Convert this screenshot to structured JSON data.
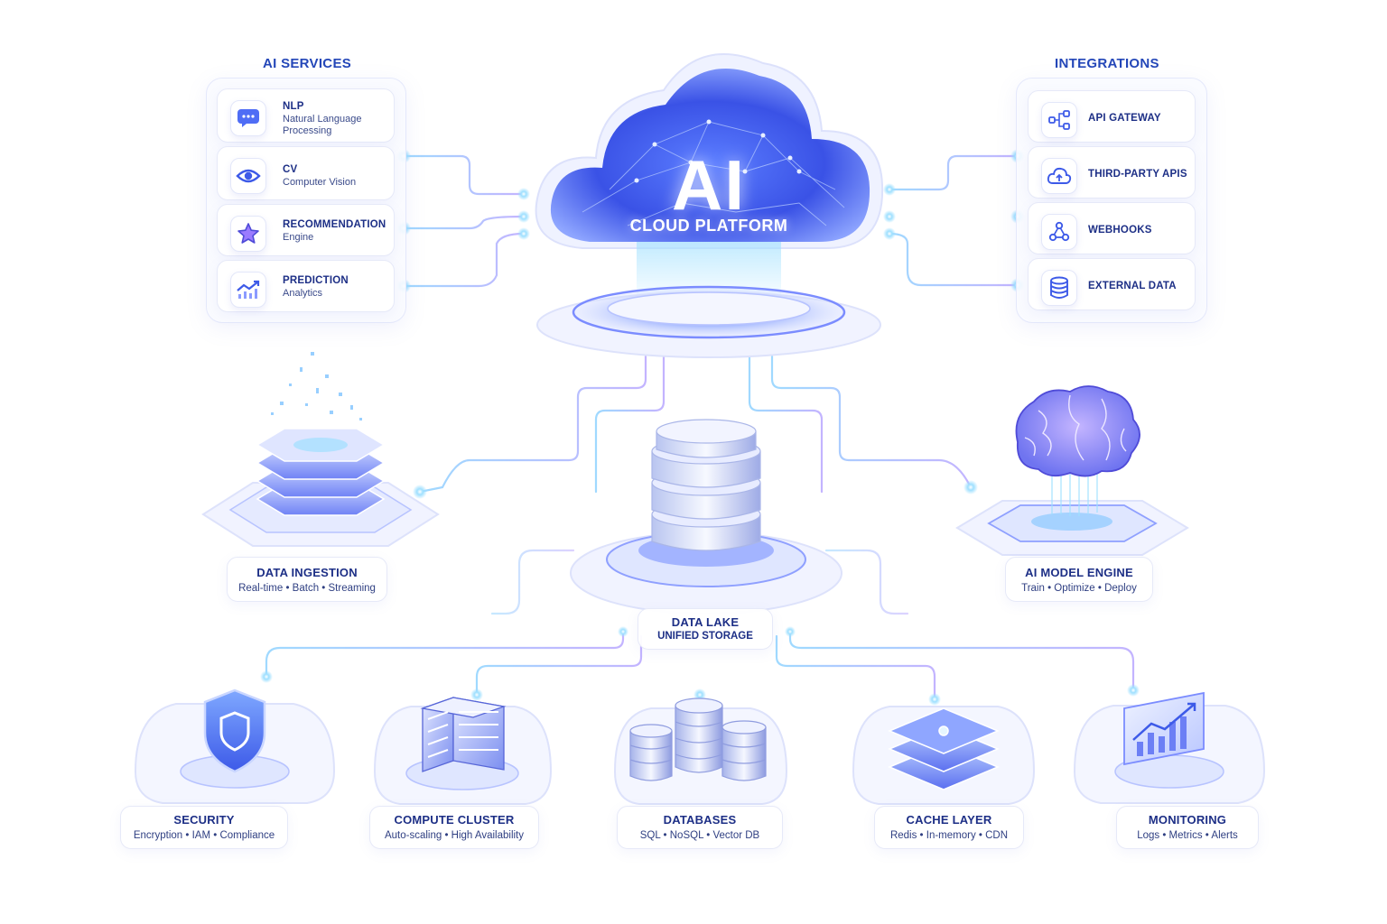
{
  "center": {
    "title": "AI",
    "subtitle": "CLOUD PLATFORM"
  },
  "ai_services": {
    "title": "AI SERVICES",
    "items": [
      {
        "title": "NLP",
        "sub1": "Natural Language",
        "sub2": "Processing",
        "icon": "chat-icon"
      },
      {
        "title": "CV",
        "sub1": "Computer Vision",
        "sub2": "",
        "icon": "eye-icon"
      },
      {
        "title": "RECOMMENDATION",
        "sub1": "Engine",
        "sub2": "",
        "icon": "star-icon"
      },
      {
        "title": "PREDICTION",
        "sub1": "Analytics",
        "sub2": "",
        "icon": "trend-chart-icon"
      }
    ]
  },
  "integrations": {
    "title": "INTEGRATIONS",
    "items": [
      {
        "title": "API GATEWAY",
        "icon": "api-nodes-icon"
      },
      {
        "title": "THIRD-PARTY APIS",
        "icon": "cloud-upload-icon"
      },
      {
        "title": "WEBHOOKS",
        "icon": "webhook-icon"
      },
      {
        "title": "EXTERNAL DATA",
        "icon": "database-icon"
      }
    ]
  },
  "middle": {
    "data_ingestion": {
      "title": "DATA INGESTION",
      "sub": "Real-time • Batch • Streaming"
    },
    "data_lake": {
      "title": "DATA LAKE",
      "sub": "UNIFIED STORAGE"
    },
    "ai_model_engine": {
      "title": "AI MODEL ENGINE",
      "sub": "Train • Optimize • Deploy"
    }
  },
  "bottom": [
    {
      "title": "SECURITY",
      "sub": "Encryption • IAM • Compliance",
      "icon": "shield-icon"
    },
    {
      "title": "COMPUTE CLUSTER",
      "sub": "Auto-scaling • High Availability",
      "icon": "server-rack-icon"
    },
    {
      "title": "DATABASES",
      "sub": "SQL • NoSQL • Vector DB",
      "icon": "database-cylinders-icon"
    },
    {
      "title": "CACHE LAYER",
      "sub": "Redis • In-memory • CDN",
      "icon": "layers-icon"
    },
    {
      "title": "MONITORING",
      "sub": "Logs • Metrics • Alerts",
      "icon": "monitor-chart-icon"
    }
  ],
  "colors": {
    "primary": "#2447b8",
    "accent": "#4f6df5",
    "glow": "#7fc4ff",
    "violet": "#8b6cf5"
  }
}
